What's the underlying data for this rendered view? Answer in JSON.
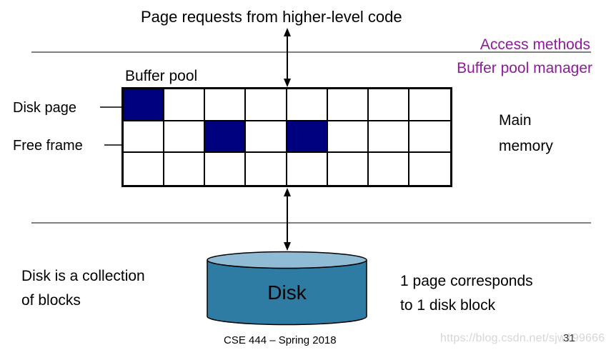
{
  "title": "Page requests from higher-level code",
  "layers": {
    "access_methods": "Access methods",
    "buffer_pool_manager": "Buffer pool manager"
  },
  "buffer_pool": {
    "label": "Buffer pool",
    "disk_page_label": "Disk page",
    "free_frame_label": "Free frame",
    "grid": {
      "rows": 3,
      "cols": 8,
      "filled_cells": [
        {
          "row": 0,
          "col": 0
        },
        {
          "row": 1,
          "col": 2
        },
        {
          "row": 1,
          "col": 4
        }
      ]
    }
  },
  "main_memory": {
    "line1": "Main",
    "line2": "memory"
  },
  "disk": {
    "label": "Disk",
    "left_note_line1": "Disk is a collection",
    "left_note_line2": "of blocks",
    "right_note_line1": "1 page corresponds",
    "right_note_line2": "to 1 disk block"
  },
  "footer": {
    "course": "CSE 444 – Spring 2018",
    "page_number": "31",
    "watermark": "https://blog.csdn.net/sjw199666"
  },
  "colors": {
    "page_fill": "#00017e",
    "purple": "#8e1b9b",
    "divider_gray": "#808080",
    "disk_body": "#2e7ca3",
    "disk_top": "#8fbcd4",
    "text_black": "#000000",
    "watermark_gray": "#d6d6d6"
  }
}
